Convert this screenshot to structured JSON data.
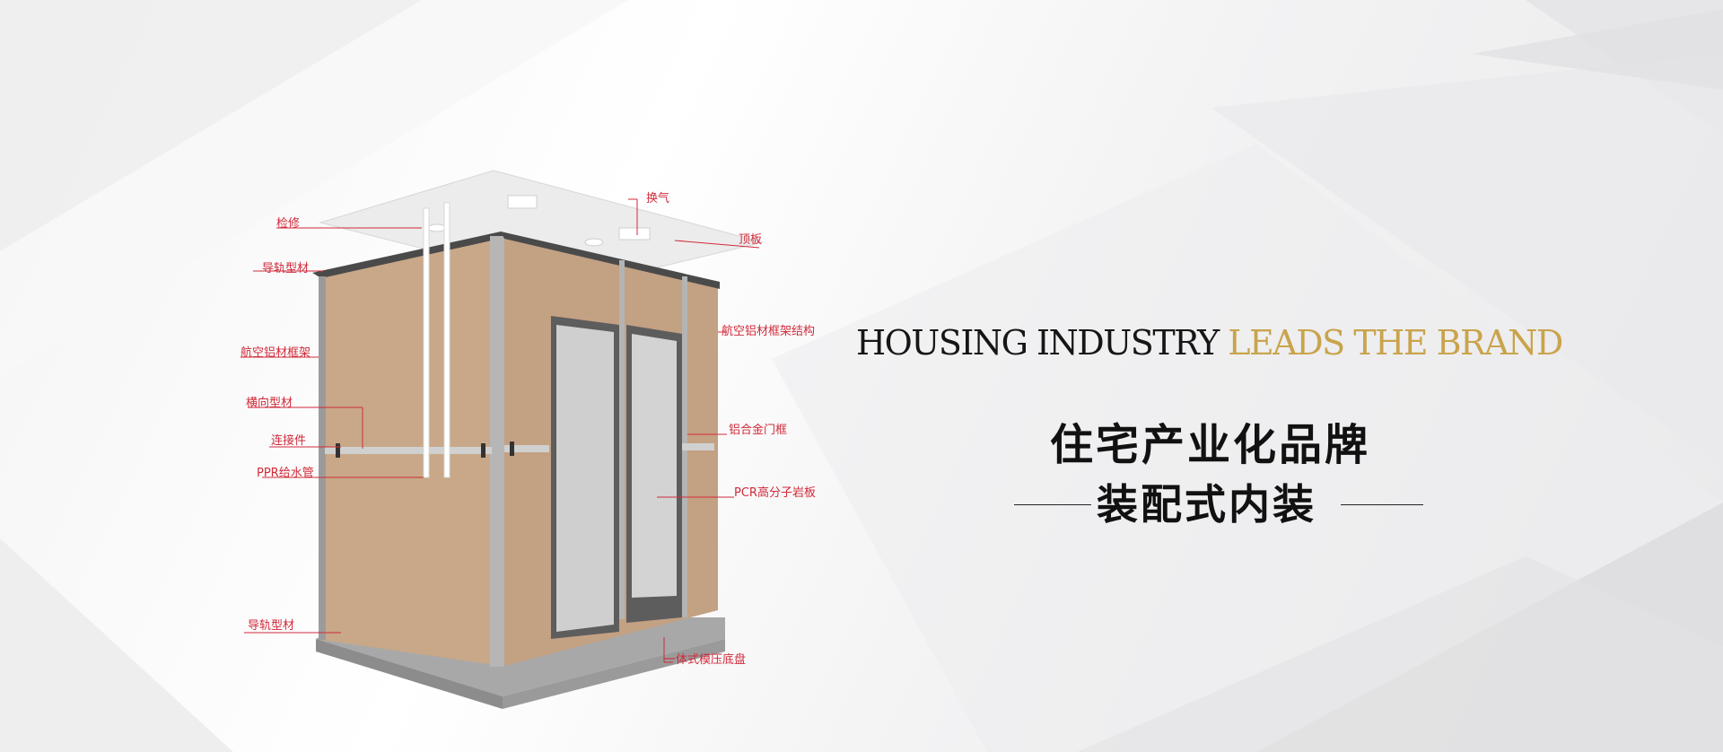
{
  "headline": {
    "part1": "HOUSING INDUSTRY ",
    "part2": "LEADS THE BRAND",
    "accent_color": "#c9a44c"
  },
  "title_cn": "住宅产业化品牌",
  "subtitle_cn": "装配式内装",
  "callouts": {
    "c1": "换气",
    "c2": "检修",
    "c3": "顶板",
    "c4": "导轨型材",
    "c5": "航空铝材框架结构",
    "c6": "航空铝材框架",
    "c7": "横向型材",
    "c8": "铝合金门框",
    "c9": "连接件",
    "c10": "PPR给水管",
    "c11": "PCR高分子岩板",
    "c12": "导轨型材",
    "c13": "一体式模压底盘"
  },
  "callout_color": "#d12a3a"
}
